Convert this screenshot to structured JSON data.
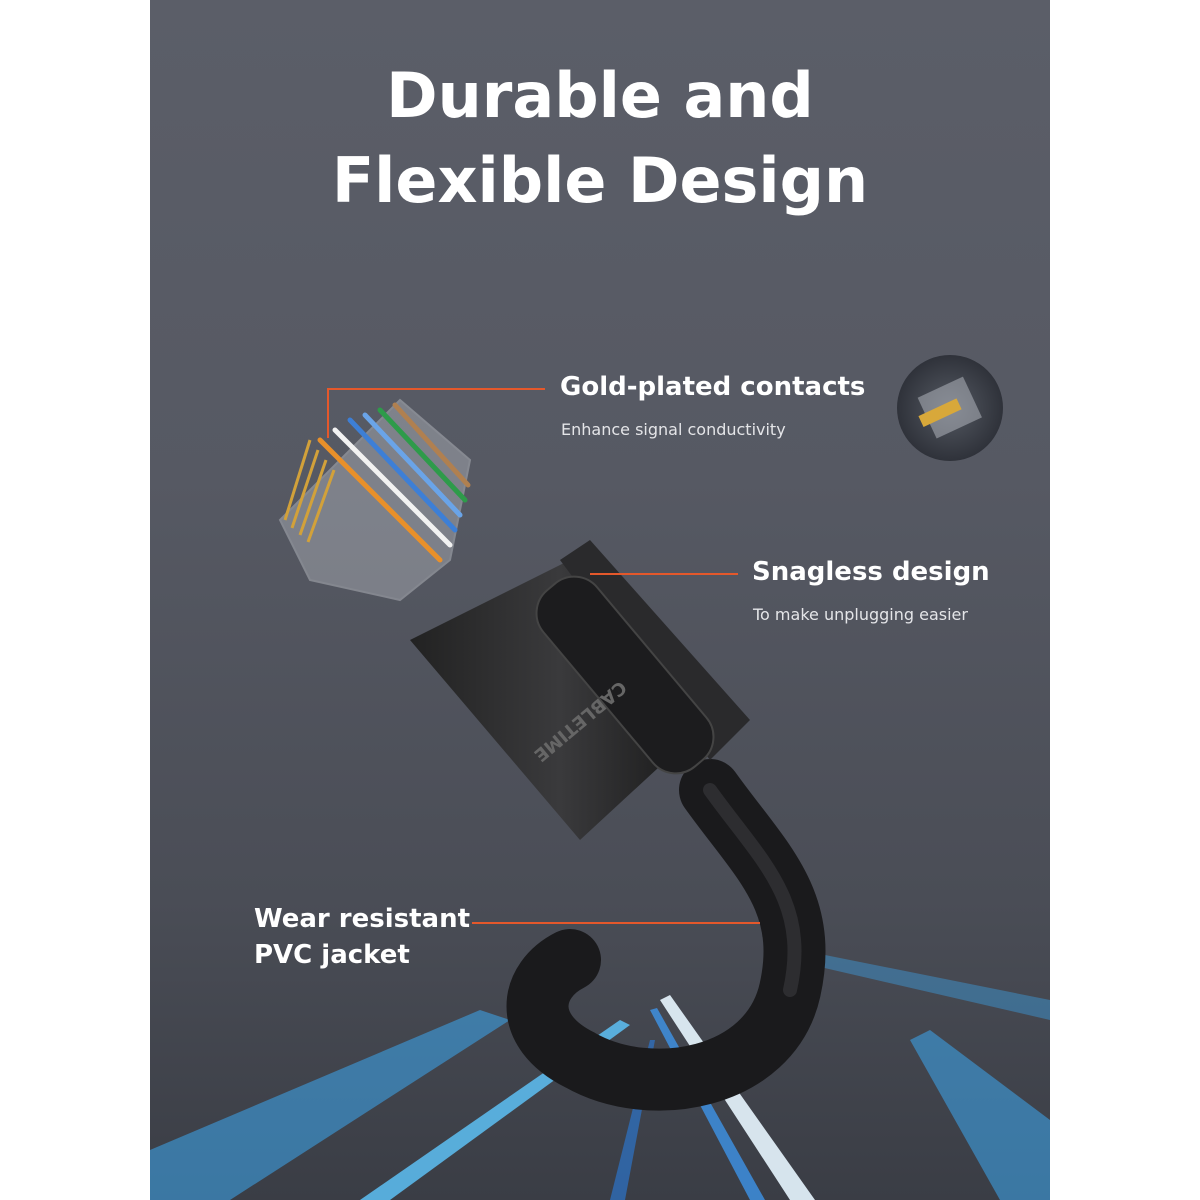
{
  "title": {
    "line1": "Durable and",
    "line2": "Flexible Design"
  },
  "callouts": [
    {
      "label": "Gold-plated contacts",
      "description": "Enhance signal conductivity"
    },
    {
      "label": "Snagless design",
      "description": "To make unplugging easier"
    },
    {
      "label": "Wear resistant",
      "label2": "PVC jacket"
    }
  ],
  "brand_logo": "CABLETIME",
  "colors": {
    "accent_line": "#e4582b",
    "background": "#565963",
    "light_streak": "#3fb3ff"
  }
}
